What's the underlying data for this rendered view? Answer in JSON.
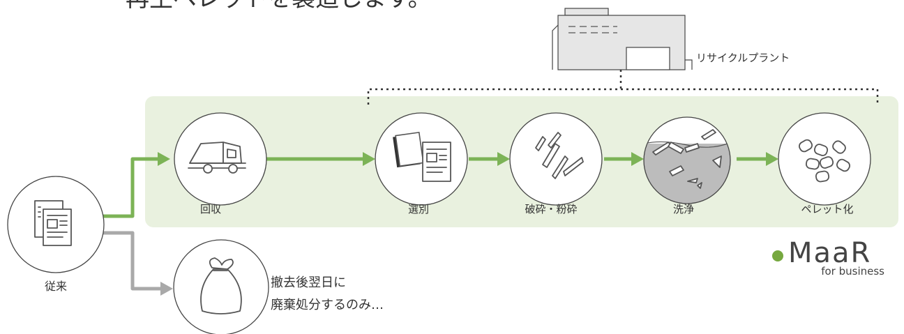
{
  "heading": "再生ペレットを製造します。",
  "plant_label": "リサイクルプラント",
  "conventional_label": "従来",
  "steps": [
    {
      "label": "回収"
    },
    {
      "label": "選別"
    },
    {
      "label": "破砕・粉砕"
    },
    {
      "label": "洗浄"
    },
    {
      "label": "ペレット化"
    }
  ],
  "disposal": {
    "line1": "撤去後翌日に",
    "line2": "廃棄処分するのみ…"
  },
  "logo": {
    "name": "MaaR",
    "tagline": "for business"
  },
  "colors": {
    "green_band": "#e9f1df",
    "green_arrow": "#7cb356",
    "gray_arrow": "#a9a9a9",
    "wash_water": "#bcbcbc",
    "logo_dot": "#76a83f"
  },
  "icons": [
    "truck-icon",
    "documents-icon",
    "shredded-icon",
    "washing-icon",
    "pellets-icon",
    "trash-bag-icon",
    "plant-building-icon"
  ]
}
